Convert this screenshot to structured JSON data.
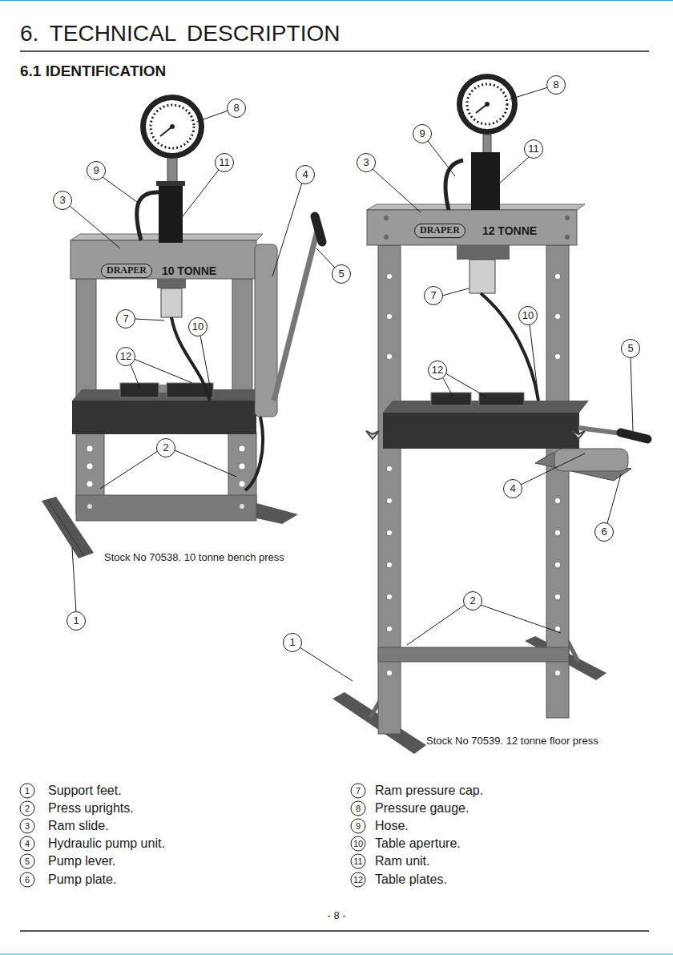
{
  "diagram": {
    "title": "6. TECHNICAL DESCRIPTION",
    "labels": [
      "6.1 IDENTIFICATION",
      "8",
      "9",
      "11",
      "3",
      "4",
      "5",
      "7",
      "10",
      "12",
      "2",
      "1",
      "8",
      "9",
      "11",
      "3",
      "7",
      "10",
      "5",
      "12",
      "4",
      "6",
      "2",
      "1",
      "DRAPER",
      "10 TONNE",
      "DRAPER",
      "12 TONNE",
      "Stock No 70538. 10 tonne bench press",
      "Stock No 70539. 12 tonne floor press",
      "1",
      "Support feet.",
      "2",
      "Press uprights.",
      "3",
      "Ram slide.",
      "4",
      "Hydraulic pump unit.",
      "5",
      "Pump lever.",
      "6",
      "Pump plate.",
      "7",
      "Ram pressure cap.",
      "8",
      "Pressure gauge.",
      "9",
      "Hose.",
      "10",
      "Table aperture.",
      "11",
      "Ram unit.",
      "12",
      "Table plates.",
      "- 8 -"
    ]
  }
}
